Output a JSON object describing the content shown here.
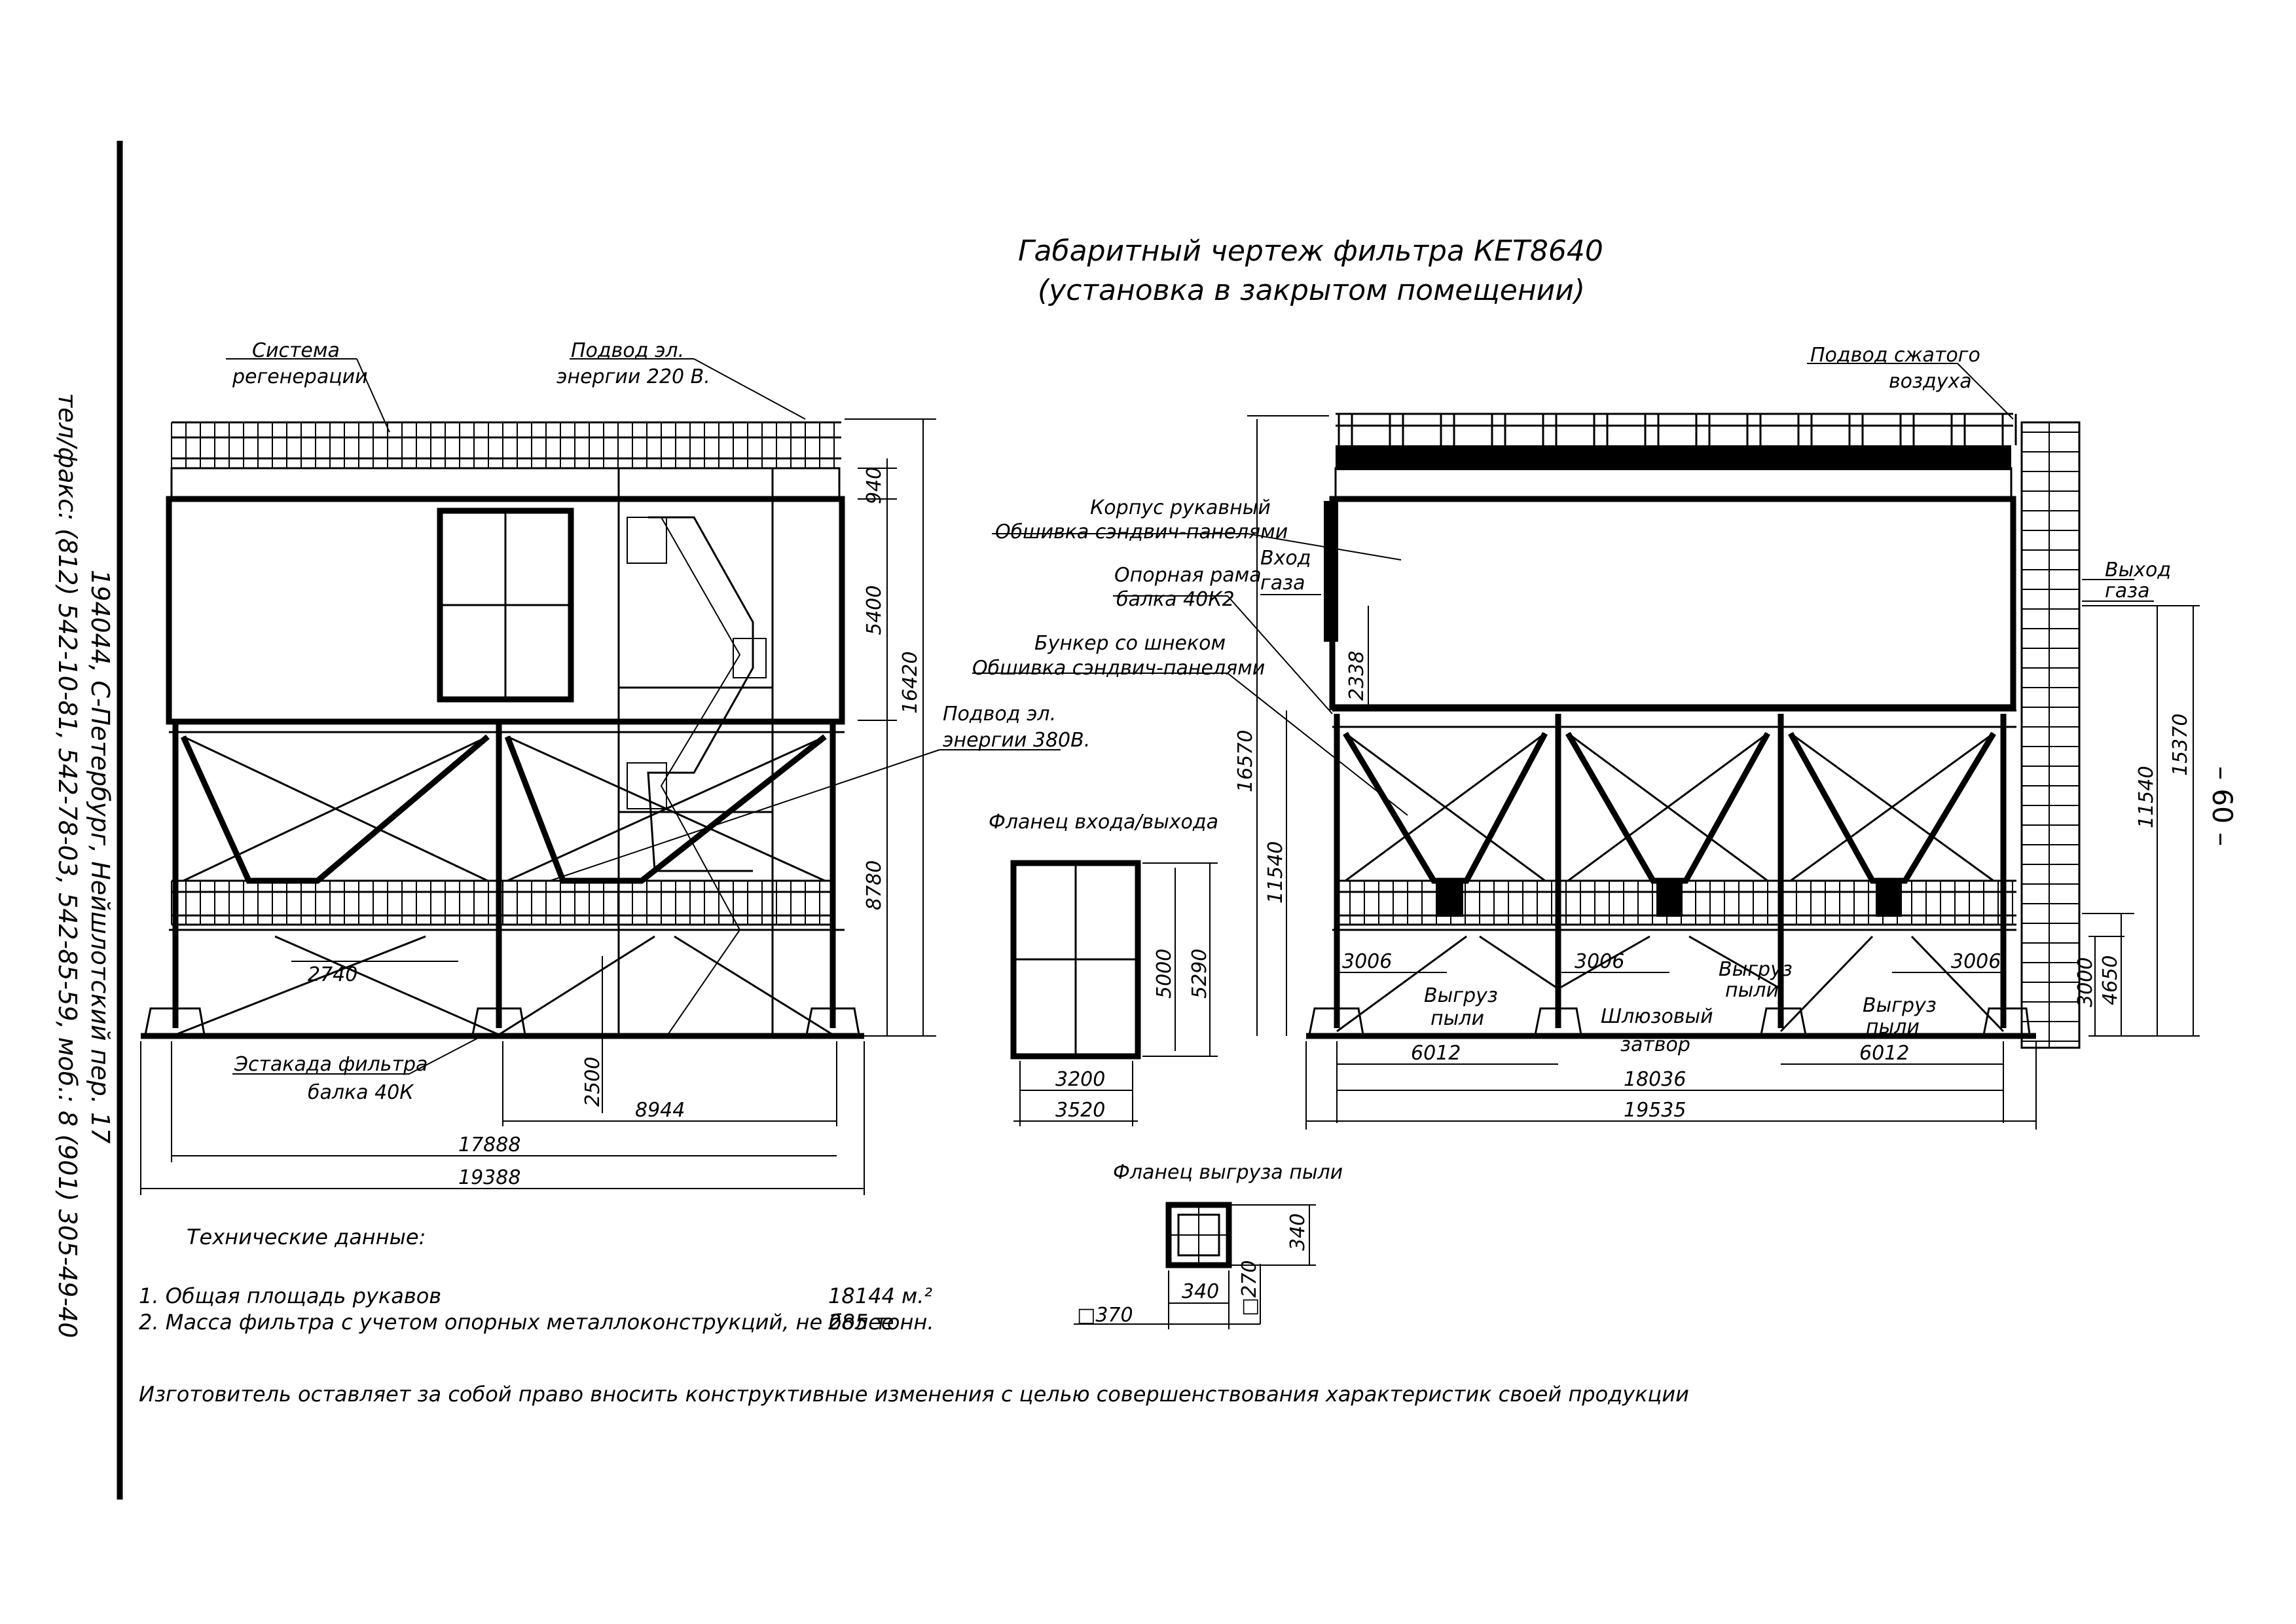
{
  "header": {
    "title_line1": "Габаритный чертеж фильтра КЕТ8640",
    "title_line2": "(установка в закрытом помещении)"
  },
  "side_text": {
    "address": "194044, С-Петербург, Нейшлотский пер. 17",
    "phones": "тел/факс: (812) 542-10-81, 542-78-03, 542-85-59, моб.: 8 (901) 305-49-40",
    "page_number": "– 60 –"
  },
  "left_view": {
    "labels": {
      "regen_1": "Система",
      "regen_2": "регенерации",
      "power220_1": "Подвод эл.",
      "power220_2": "энергии 220 В.",
      "power380_1": "Подвод эл.",
      "power380_2": "энергии 380В.",
      "trestle_1": "Эстакада фильтра",
      "trestle_2": "балка 40К"
    },
    "dims": {
      "d940": "940",
      "d5400": "5400",
      "d16420": "16420",
      "d8780": "8780",
      "d2740": "2740",
      "d2500": "2500",
      "d8944": "8944",
      "d17888": "17888",
      "d19388": "19388"
    }
  },
  "right_view": {
    "labels": {
      "air_1": "Подвод сжатого",
      "air_2": "воздуха",
      "body_1": "Корпус рукавный",
      "body_2": "Обшивка сэндвич-панелями",
      "gas_in_1": "Вход",
      "gas_in_2": "газа",
      "frame_1": "Опорная рама",
      "frame_2": "балка 40К2",
      "bunker_1": "Бункер со шнеком",
      "bunker_2": "Обшивка сэндвич-панелями",
      "gas_out_1": "Выход",
      "gas_out_2": "газа",
      "dust_a_1": "Выгруз",
      "dust_a_2": "пыли",
      "dust_b_1": "Выгруз",
      "dust_b_2": "пыли",
      "dust_c_1": "Выгруз",
      "dust_c_2": "пыли",
      "lock_1": "Шлюзовый",
      "lock_2": "затвор"
    },
    "dims": {
      "d2338": "2338",
      "d16570": "16570",
      "d11540_a": "11540",
      "d11540_b": "11540",
      "d15370": "15370",
      "d3000": "3000",
      "d4650": "4650",
      "d3006_a": "3006",
      "d3006_b": "3006",
      "d3006_c": "3006",
      "d6012_a": "6012",
      "d6012_b": "6012",
      "d18036": "18036",
      "d19535": "19535"
    }
  },
  "flange_io": {
    "title": "Фланец входа/выхода",
    "d5000": "5000",
    "d5290": "5290",
    "d3200": "3200",
    "d3520": "3520"
  },
  "flange_dust": {
    "title": "Фланец выгруза пыли",
    "d340_v": "340",
    "d340_h": "340",
    "d270": "□270",
    "d370": "□370"
  },
  "tech": {
    "heading": "Технические данные:",
    "row1_label": "1. Общая площадь рукавов",
    "row1_value": "18144 м.²",
    "row2_label": "2. Масса фильтра с учетом опорных металлоконструкций, не более",
    "row2_value": "285 тонн."
  },
  "footer_note": "Изготовитель оставляет за собой право вносить конструктивные изменения с целью совершенствования характеристик своей продукции"
}
